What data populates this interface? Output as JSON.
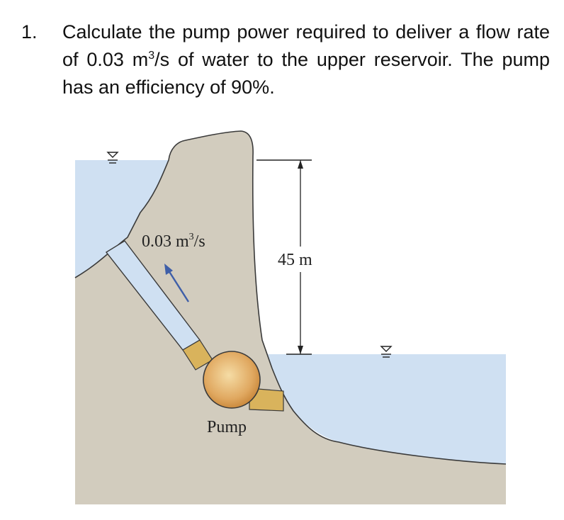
{
  "problem": {
    "number": "1.",
    "text_part1": "Calculate the pump power required to deliver a flow rate of 0.03 m",
    "text_sup": "3",
    "text_part2": "/s of water to the upper reservoir. The pump has an efficiency of 90%."
  },
  "diagram": {
    "flow_label_main": "0.03 m",
    "flow_label_sup": "3",
    "flow_label_unit": "/s",
    "height_label": "45 m",
    "pump_label": "Pump",
    "colors": {
      "water": "#cfe0f2",
      "rock": "#d2ccbe",
      "outline": "#3a3a3a",
      "pump_gradient_outer": "#c9873a",
      "pump_gradient_inner": "#f5dca5",
      "pipe_fitting": "#d9b35c",
      "flow_arrow": "#3f5fa8"
    }
  }
}
